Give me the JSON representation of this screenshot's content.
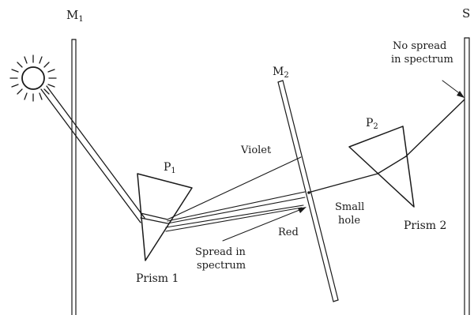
{
  "labels": {
    "m1": "M",
    "m1_sub": "1",
    "m2": "M",
    "m2_sub": "2",
    "s": "S",
    "p1": "P",
    "p1_sub": "1",
    "p2": "P",
    "p2_sub": "2",
    "violet": "Violet",
    "red": "Red",
    "spread_line1": "Spread in",
    "spread_line2": "spectrum",
    "no_spread_line1": "No spread",
    "no_spread_line2": "in spectrum",
    "small_line1": "Small",
    "small_line2": "hole",
    "prism1": "Prism 1",
    "prism2": "Prism 2"
  },
  "icons": {
    "light_source": "sun-icon"
  },
  "colors": {
    "ink": "#1a1a1a",
    "background": "#ffffff"
  }
}
